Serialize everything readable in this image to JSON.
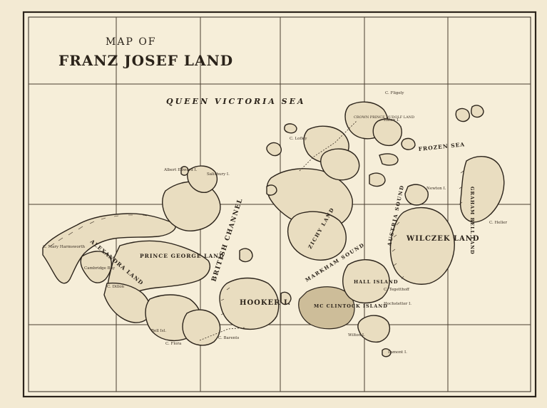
{
  "map": {
    "title_line1": "MAP OF",
    "title_line2": "FRANZ JOSEF LAND",
    "sea_labels": {
      "queen_victoria_sea": "QUEEN VICTORIA SEA",
      "frozen_sea": "FROZEN SEA"
    },
    "land_labels": {
      "wilczek_land": "WILCZEK LAND",
      "graham_bell_land": "GRAHAM BELL LAND",
      "prince_george_land": "PRINCE GEORGE LAND",
      "alexandra_land": "ALEXANDRA LAND",
      "hooker_island": "HOOKER I.",
      "mc_clintock_island": "MC CLINTOCK ISLAND",
      "hall_island": "HALL ISLAND",
      "markham_sound": "MARKHAM SOUND",
      "zichy_land": "ZICHY LAND",
      "british_channel": "BRITISH CHANNEL",
      "austria_sound": "AUSTRIA SOUND",
      "cambridge_bay": "Cambridge Bay",
      "crown_prince_rudolf_land": "CROWN PRINCE RUDOLF LAND"
    },
    "place_labels": {
      "cape_fligely": "C. Fligely",
      "cape_flora": "C. Flora",
      "cape_tegetthoff": "C. Tegetthoff",
      "bell_island": "Bell Isl.",
      "cape_barents": "C. Barents",
      "cape_dillon": "C. Dillon",
      "cape_heller": "C. Heller",
      "eaton_island": "Eaton I.",
      "lamont_island": "Lamont I.",
      "wilton_island": "Wilton I.",
      "hochstetter_island": "Hochstetter I.",
      "cape_mary_harmsworth": "C. Mary Harmsworth",
      "cape_lofley": "C. Lofley",
      "salisbury_island": "Salisbury I.",
      "albert_edward_island": "Albert Edward I.",
      "newton_island": "Newton I."
    }
  }
}
